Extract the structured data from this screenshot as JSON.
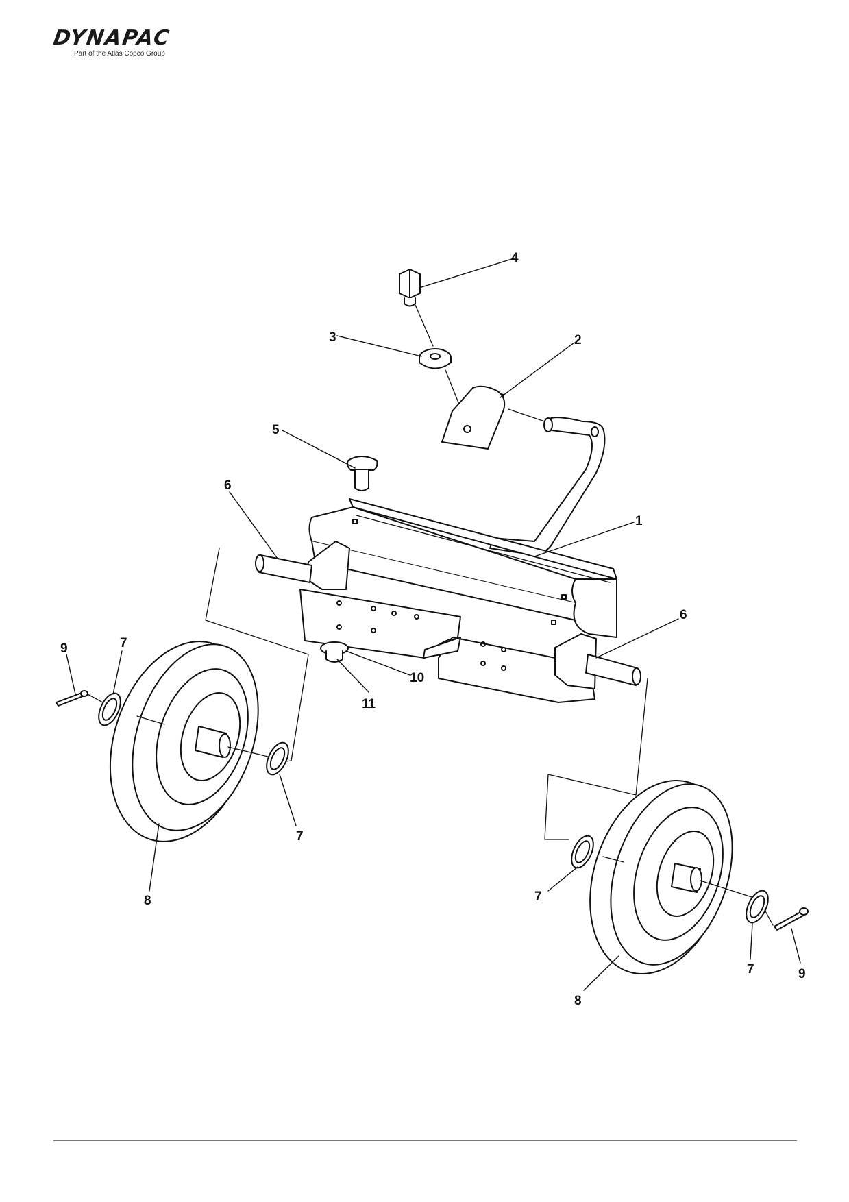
{
  "header": {
    "brand": "DYNAPAC",
    "tagline": "Part of the Atlas Copco Group"
  },
  "diagram": {
    "callouts": {
      "c1": "1",
      "c2": "2",
      "c3": "3",
      "c4": "4",
      "c5": "5",
      "c6a": "6",
      "c6b": "6",
      "c7a": "7",
      "c7b": "7",
      "c7c": "7",
      "c7d": "7",
      "c8a": "8",
      "c8b": "8",
      "c9a": "9",
      "c9b": "9",
      "c10": "10",
      "c11": "11"
    }
  }
}
